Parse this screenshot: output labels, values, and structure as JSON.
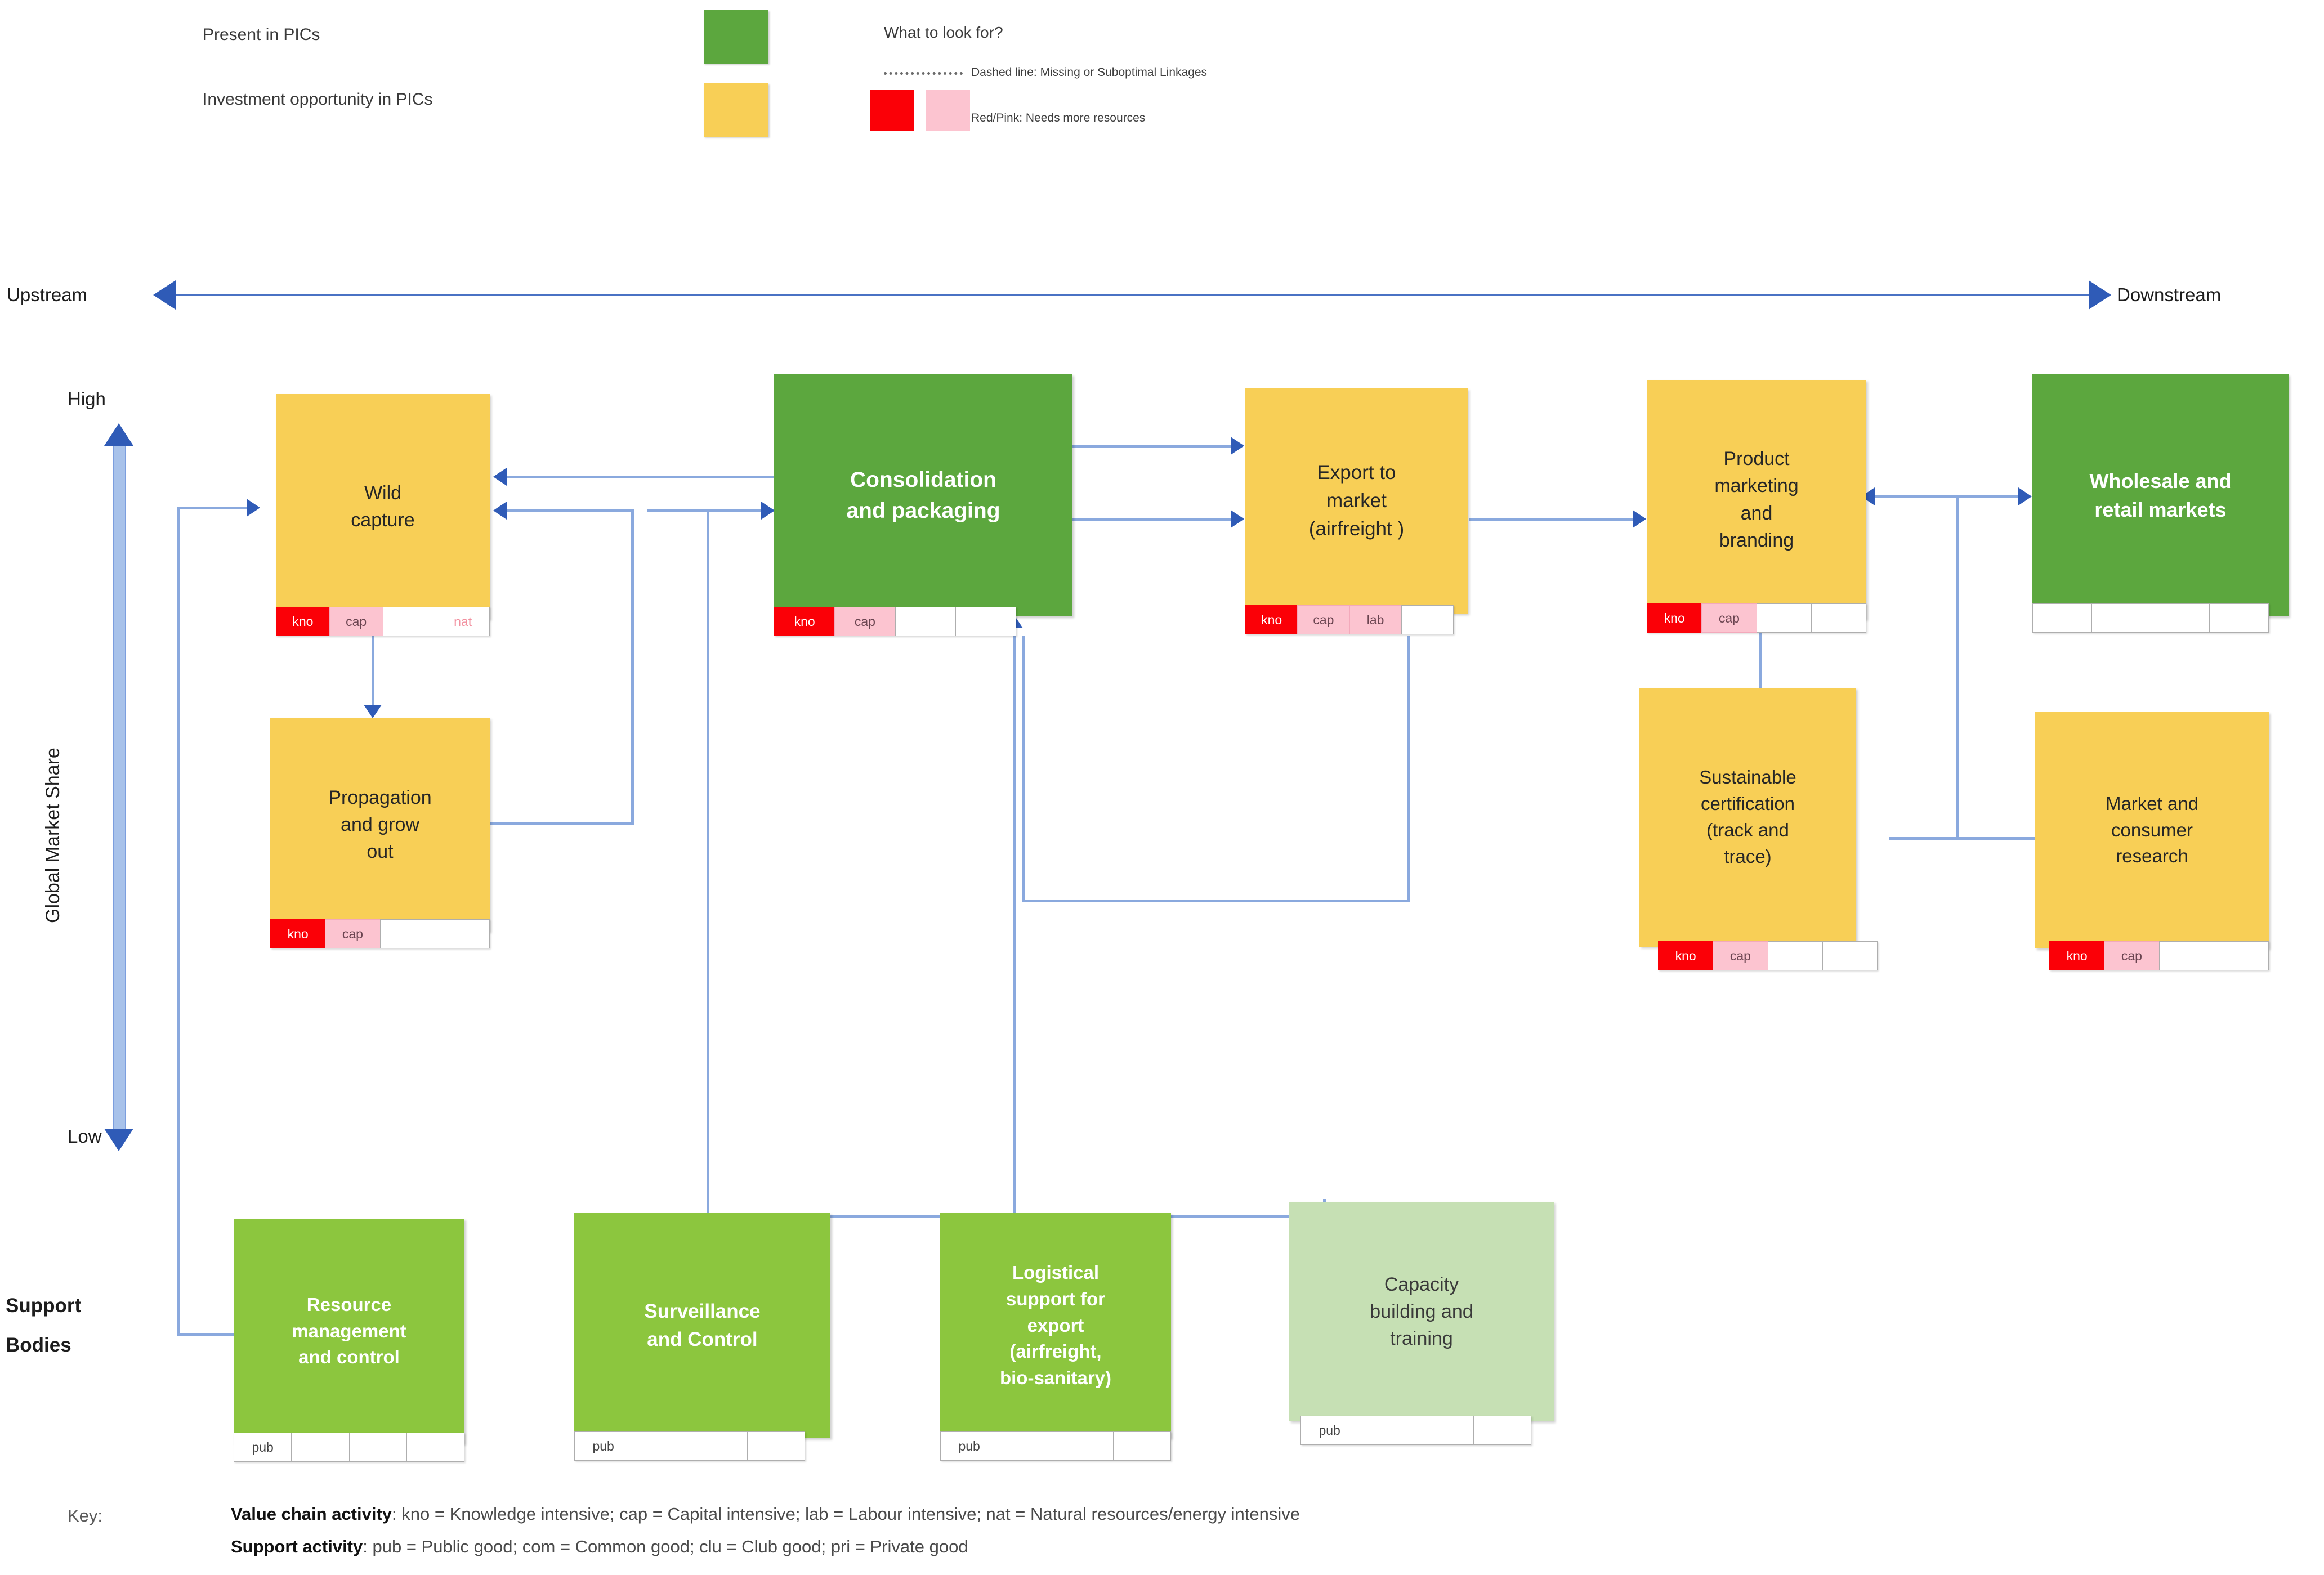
{
  "legend": {
    "present_label": "Present in PICs",
    "investment_label": "Investment opportunity in PICs",
    "present_color": "#5ca73e",
    "investment_color": "#f8cf56",
    "what_to_look_for": "What to look for?",
    "dashed_note": "Dashed line: Missing or Suboptimal Linkages",
    "redpink_note": "Red/Pink: Needs more resources",
    "red_color": "#fb0007",
    "pink_color": "#fcc4d0"
  },
  "axes": {
    "upstream": "Upstream",
    "downstream": "Downstream",
    "high": "High",
    "low": "Low",
    "vertical_label": "Global  Market Share",
    "support_bodies": "Support\nBodies",
    "support_bodies_line1": "Support",
    "support_bodies_line2": "Bodies"
  },
  "nodes": {
    "wild_capture": {
      "label": "Wild\ncapture",
      "line1": "Wild",
      "line2": "capture",
      "color": "#f8cf56",
      "tags": [
        {
          "text": "kno",
          "style": "red"
        },
        {
          "text": "cap",
          "style": "pink"
        },
        {
          "text": "",
          "style": "empty"
        },
        {
          "text": "nat",
          "style": "pinktext"
        }
      ]
    },
    "propagation": {
      "line1": "Propagation",
      "line2": "and  grow",
      "line3": "out",
      "color": "#f8cf56",
      "tags": [
        {
          "text": "kno",
          "style": "red"
        },
        {
          "text": "cap",
          "style": "pink"
        },
        {
          "text": "",
          "style": "empty"
        },
        {
          "text": "",
          "style": "empty"
        }
      ]
    },
    "consolidation": {
      "line1": "Consolidation",
      "line2": "and packaging",
      "color": "#5ca73e",
      "tags": [
        {
          "text": "kno",
          "style": "red"
        },
        {
          "text": "cap",
          "style": "pink"
        },
        {
          "text": "",
          "style": "empty"
        },
        {
          "text": "",
          "style": "empty"
        }
      ]
    },
    "export": {
      "line1": "Export to",
      "line2": "market",
      "line3": "(airfreight )",
      "color": "#f8cf56",
      "tags": [
        {
          "text": "kno",
          "style": "red"
        },
        {
          "text": "cap",
          "style": "pink"
        },
        {
          "text": "lab",
          "style": "pink"
        },
        {
          "text": "",
          "style": "empty"
        }
      ]
    },
    "product_marketing": {
      "line1": "Product",
      "line2": "marketing",
      "line3": "and",
      "line4": "branding",
      "color": "#f8cf56",
      "tags": [
        {
          "text": "kno",
          "style": "red"
        },
        {
          "text": "cap",
          "style": "pink"
        },
        {
          "text": "",
          "style": "empty"
        },
        {
          "text": "",
          "style": "empty"
        }
      ]
    },
    "wholesale": {
      "line1": "Wholesale and",
      "line2": "retail markets",
      "color": "#5ca73e",
      "tags": [
        {
          "text": "",
          "style": "empty"
        },
        {
          "text": "",
          "style": "empty"
        },
        {
          "text": "",
          "style": "empty"
        },
        {
          "text": "",
          "style": "empty"
        }
      ]
    },
    "sustainable_cert": {
      "line1": "Sustainable",
      "line2": "certification",
      "line3": "(track and",
      "line4": "trace)",
      "color": "#f8cf56",
      "tags": [
        {
          "text": "kno",
          "style": "red"
        },
        {
          "text": "cap",
          "style": "pink"
        },
        {
          "text": "",
          "style": "empty"
        },
        {
          "text": "",
          "style": "empty"
        }
      ]
    },
    "market_research": {
      "line1": "Market and",
      "line2": "consumer",
      "line3": "research",
      "color": "#f8cf56",
      "tags": [
        {
          "text": "kno",
          "style": "red"
        },
        {
          "text": "cap",
          "style": "pink"
        },
        {
          "text": "",
          "style": "empty"
        },
        {
          "text": "",
          "style": "empty"
        }
      ]
    },
    "resource_mgmt": {
      "line1": "Resource",
      "line2": "management",
      "line3": "and control",
      "color": "#8cc63e",
      "tags": [
        {
          "text": "pub",
          "style": "empty"
        },
        {
          "text": "",
          "style": "empty"
        },
        {
          "text": "",
          "style": "empty"
        },
        {
          "text": "",
          "style": "empty"
        }
      ]
    },
    "surveillance": {
      "line1": "Surveillance",
      "line2": "and Control",
      "color": "#8cc63e",
      "tags": [
        {
          "text": "pub",
          "style": "empty"
        },
        {
          "text": "",
          "style": "empty"
        },
        {
          "text": "",
          "style": "empty"
        },
        {
          "text": "",
          "style": "empty"
        }
      ]
    },
    "logistical": {
      "line1": "Logistical",
      "line2": "support for",
      "line3": "export",
      "line4": "(airfreight,",
      "line5": "bio-sanitary)",
      "color": "#8cc63e",
      "tags": [
        {
          "text": "pub",
          "style": "empty"
        },
        {
          "text": "",
          "style": "empty"
        },
        {
          "text": "",
          "style": "empty"
        },
        {
          "text": "",
          "style": "empty"
        }
      ]
    },
    "capacity": {
      "line1": "Capacity",
      "line2": "building and",
      "line3": "training",
      "color": "#c6e0b4",
      "tags": [
        {
          "text": "pub",
          "style": "empty"
        },
        {
          "text": "",
          "style": "empty"
        },
        {
          "text": "",
          "style": "empty"
        },
        {
          "text": "",
          "style": "empty"
        }
      ]
    }
  },
  "key": {
    "key_word": "Key:",
    "value_chain_title": "Value chain activity",
    "value_chain_body": ": kno = Knowledge intensive; cap = Capital intensive; lab = Labour intensive; nat = Natural resources/energy intensive",
    "support_title": "Support activity",
    "support_body": ": pub = Public good; com = Common good; clu = Club good; pri = Private good"
  }
}
